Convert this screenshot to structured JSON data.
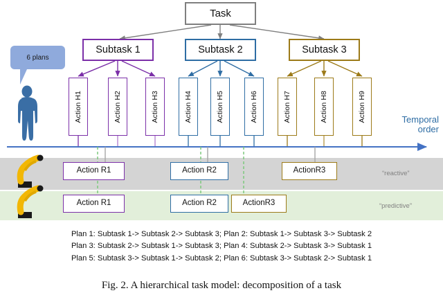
{
  "figure": {
    "caption": "Fig. 2.  A hierarchical task model: decomposition of a task"
  },
  "colors": {
    "task_border": "#7F7F7F",
    "subtask1": "#7B2FA8",
    "subtask2": "#2E6DA4",
    "subtask3": "#9C7A18",
    "temporal_axis": "#4472C4",
    "reactive_band": "#D4D4D4",
    "predictive_band": "#E2EFDA",
    "bubble": "#8FAADC",
    "human": "#3A6EA5",
    "robot": "#F2B705",
    "dashed_link": "#7DC87D",
    "solid_link": "#A6A6A6"
  },
  "hierarchy": {
    "root": {
      "label": "Task"
    },
    "subtasks": [
      {
        "label": "Subtask 1",
        "color_key": "subtask1"
      },
      {
        "label": "Subtask 2",
        "color_key": "subtask2"
      },
      {
        "label": "Subtask 3",
        "color_key": "subtask3"
      }
    ],
    "human_actions": [
      {
        "label": "Action H1",
        "group": 1
      },
      {
        "label": "Action H2",
        "group": 1
      },
      {
        "label": "Action H3",
        "group": 1
      },
      {
        "label": "Action H4",
        "group": 2
      },
      {
        "label": "Action H5",
        "group": 2
      },
      {
        "label": "Action H6",
        "group": 2
      },
      {
        "label": "Action H7",
        "group": 3
      },
      {
        "label": "Action H8",
        "group": 3
      },
      {
        "label": "Action H9",
        "group": 3
      }
    ]
  },
  "callout": {
    "text": "6 plans"
  },
  "temporal": {
    "line1": "Temporal",
    "line2": "order"
  },
  "bands": [
    {
      "name": "reactive",
      "label": "“reactive”",
      "actions": [
        {
          "label": "Action R1",
          "group": 1
        },
        {
          "label": "Action R2",
          "group": 2
        },
        {
          "label": "ActionR3",
          "group": 3
        }
      ]
    },
    {
      "name": "predictive",
      "label": "“predictive”",
      "actions": [
        {
          "label": "Action R1",
          "group": 1
        },
        {
          "label": "Action R2",
          "group": 2
        },
        {
          "label": "ActionR3",
          "group": 3
        }
      ]
    }
  ],
  "plans": {
    "lines": [
      "Plan 1: Subtask 1-> Subtask 2-> Subtask 3; Plan 2: Subtask 1-> Subtask 3-> Subtask 2",
      "Plan 3: Subtask 2-> Subtask 1-> Subtask 3; Plan 4: Subtask 2-> Subtask 3-> Subtask 1",
      "Plan 5: Subtask 3-> Subtask 1-> Subtask 2; Plan 6: Subtask 3-> Subtask 2-> Subtask 1"
    ],
    "entries": [
      {
        "name": "Plan 1",
        "sequence": [
          "Subtask 1",
          "Subtask 2",
          "Subtask 3"
        ]
      },
      {
        "name": "Plan 2",
        "sequence": [
          "Subtask 1",
          "Subtask 3",
          "Subtask 2"
        ]
      },
      {
        "name": "Plan 3",
        "sequence": [
          "Subtask 2",
          "Subtask 1",
          "Subtask 3"
        ]
      },
      {
        "name": "Plan 4",
        "sequence": [
          "Subtask 2",
          "Subtask 3",
          "Subtask 1"
        ]
      },
      {
        "name": "Plan 5",
        "sequence": [
          "Subtask 3",
          "Subtask 1",
          "Subtask 2"
        ]
      },
      {
        "name": "Plan 6",
        "sequence": [
          "Subtask 3",
          "Subtask 2",
          "Subtask 1"
        ]
      }
    ]
  }
}
